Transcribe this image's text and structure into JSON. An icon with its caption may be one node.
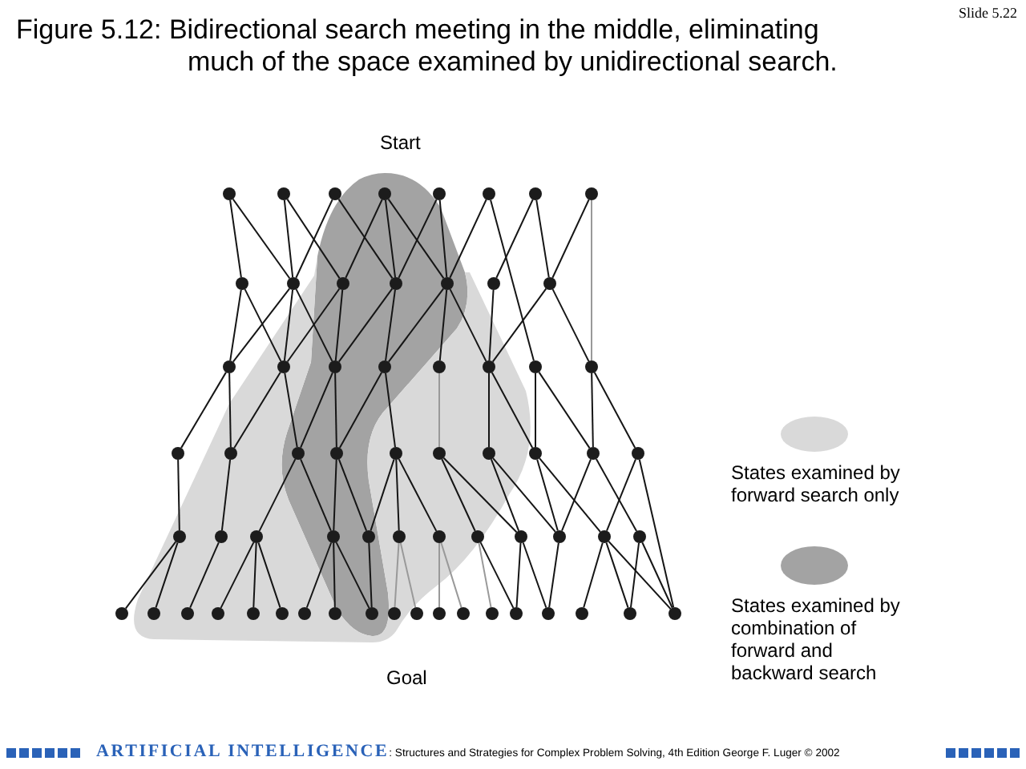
{
  "diagram": {
    "title": "Figure 5.12: Bidirectional search meeting in the middle, eliminating much of the space examined by unidirectional search.",
    "nodes": [
      {
        "text": [],
        "shape": "circle"
      },
      {
        "text": [],
        "shape": "circle"
      },
      {
        "text": [],
        "shape": "circle"
      },
      {
        "text": [],
        "shape": "circle"
      },
      {
        "text": [],
        "shape": "circle"
      },
      {
        "text": [],
        "shape": "circle"
      },
      {
        "text": [],
        "shape": "circle"
      },
      {
        "text": [],
        "shape": "circle"
      },
      {
        "text": [],
        "shape": "circle"
      },
      {
        "text": [],
        "shape": "circle"
      },
      {
        "text": [],
        "shape": "circle"
      },
      {
        "text": [],
        "shape": "circle"
      },
      {
        "text": [],
        "shape": "circle"
      },
      {
        "text": [],
        "shape": "circle"
      },
      {
        "text": [],
        "shape": "circle"
      },
      {
        "text": [],
        "shape": "circle"
      },
      {
        "text": [],
        "shape": "circle"
      },
      {
        "text": [],
        "shape": "circle"
      },
      {
        "text": [],
        "shape": "circle"
      },
      {
        "text": [],
        "shape": "circle"
      },
      {
        "text": [],
        "shape": "circle"
      },
      {
        "text": [],
        "shape": "circle"
      },
      {
        "text": [],
        "shape": "circle"
      },
      {
        "text": [],
        "shape": "circle"
      },
      {
        "text": [],
        "shape": "circle"
      },
      {
        "text": [],
        "shape": "circle"
      },
      {
        "text": [],
        "shape": "circle"
      },
      {
        "text": [],
        "shape": "circle"
      },
      {
        "text": [],
        "shape": "circle"
      },
      {
        "text": [],
        "shape": "circle"
      },
      {
        "text": [],
        "shape": "circle"
      },
      {
        "text": [],
        "shape": "circle"
      },
      {
        "text": [],
        "shape": "circle"
      },
      {
        "text": [],
        "shape": "circle"
      },
      {
        "text": [],
        "shape": "circle"
      },
      {
        "text": [],
        "shape": "circle"
      },
      {
        "text": [],
        "shape": "circle"
      },
      {
        "text": [],
        "shape": "circle"
      },
      {
        "text": [],
        "shape": "circle"
      },
      {
        "text": [],
        "shape": "circle"
      },
      {
        "text": [],
        "shape": "circle"
      },
      {
        "text": [],
        "shape": "circle"
      },
      {
        "text": [],
        "shape": "circle"
      },
      {
        "text": [],
        "shape": "circle"
      },
      {
        "text": [],
        "shape": "circle"
      },
      {
        "text": [],
        "shape": "circle"
      },
      {
        "text": [],
        "shape": "circle"
      },
      {
        "text": [],
        "shape": "circle"
      },
      {
        "text": [],
        "shape": "circle"
      },
      {
        "text": [],
        "shape": "circle"
      },
      {
        "text": [],
        "shape": "circle"
      },
      {
        "text": [],
        "shape": "circle"
      },
      {
        "text": [],
        "shape": "circle"
      },
      {
        "text": [],
        "shape": "circle"
      },
      {
        "text": [],
        "shape": "circle"
      },
      {
        "text": [],
        "shape": "circle"
      },
      {
        "text": [],
        "shape": "circle"
      },
      {
        "text": [],
        "shape": "circle"
      },
      {
        "text": [],
        "shape": "circle"
      },
      {
        "text": [],
        "shape": "circle"
      },
      {
        "text": [],
        "shape": "circle"
      },
      {
        "text": [],
        "shape": "circle"
      },
      {
        "text": [],
        "shape": "circle"
      },
      {
        "text": [],
        "shape": "circle"
      }
    ],
    "edges": [
      {
        "from": 0,
        "to": 8,
        "arrow": "none"
      },
      {
        "from": 0,
        "to": 9,
        "arrow": "none"
      },
      {
        "from": 1,
        "to": 9,
        "arrow": "none"
      },
      {
        "from": 1,
        "to": 10,
        "arrow": "none"
      },
      {
        "from": 2,
        "to": 9,
        "arrow": "none"
      },
      {
        "from": 2,
        "to": 11,
        "arrow": "none"
      },
      {
        "from": 3,
        "to": 10,
        "arrow": "none"
      },
      {
        "from": 3,
        "to": 11,
        "arrow": "none"
      },
      {
        "from": 3,
        "to": 12,
        "arrow": "none"
      },
      {
        "from": 4,
        "to": 11,
        "arrow": "none"
      },
      {
        "from": 4,
        "to": 12,
        "arrow": "none"
      },
      {
        "from": 5,
        "to": 12,
        "arrow": "none"
      },
      {
        "from": 5,
        "to": 21,
        "arrow": "none"
      },
      {
        "from": 6,
        "to": 13,
        "arrow": "none"
      },
      {
        "from": 6,
        "to": 14,
        "arrow": "none"
      },
      {
        "from": 7,
        "to": 14,
        "arrow": "none"
      },
      {
        "from": 7,
        "to": 22,
        "arrow": "none",
        "color": "#999999"
      },
      {
        "from": 8,
        "to": 15,
        "arrow": "none"
      },
      {
        "from": 8,
        "to": 16,
        "arrow": "none"
      },
      {
        "from": 9,
        "to": 16,
        "arrow": "none"
      },
      {
        "from": 9,
        "to": 17,
        "arrow": "none"
      },
      {
        "from": 9,
        "to": 15,
        "arrow": "none"
      },
      {
        "from": 10,
        "to": 16,
        "arrow": "none"
      },
      {
        "from": 10,
        "to": 17,
        "arrow": "none"
      },
      {
        "from": 11,
        "to": 17,
        "arrow": "none"
      },
      {
        "from": 11,
        "to": 18,
        "arrow": "none"
      },
      {
        "from": 12,
        "to": 18,
        "arrow": "none"
      },
      {
        "from": 12,
        "to": 19,
        "arrow": "none"
      },
      {
        "from": 12,
        "to": 20,
        "arrow": "none"
      },
      {
        "from": 13,
        "to": 20,
        "arrow": "none"
      },
      {
        "from": 14,
        "to": 20,
        "arrow": "none"
      },
      {
        "from": 14,
        "to": 22,
        "arrow": "none"
      },
      {
        "from": 15,
        "to": 23,
        "arrow": "none"
      },
      {
        "from": 15,
        "to": 24,
        "arrow": "none"
      },
      {
        "from": 16,
        "to": 25,
        "arrow": "none"
      },
      {
        "from": 16,
        "to": 24,
        "arrow": "none"
      },
      {
        "from": 17,
        "to": 26,
        "arrow": "none"
      },
      {
        "from": 17,
        "to": 25,
        "arrow": "none"
      },
      {
        "from": 18,
        "to": 27,
        "arrow": "none"
      },
      {
        "from": 18,
        "to": 26,
        "arrow": "none"
      },
      {
        "from": 19,
        "to": 28,
        "arrow": "none",
        "color": "#999999"
      },
      {
        "from": 20,
        "to": 29,
        "arrow": "none"
      },
      {
        "from": 20,
        "to": 30,
        "arrow": "none"
      },
      {
        "from": 21,
        "to": 30,
        "arrow": "none"
      },
      {
        "from": 21,
        "to": 31,
        "arrow": "none"
      },
      {
        "from": 22,
        "to": 31,
        "arrow": "none"
      },
      {
        "from": 22,
        "to": 32,
        "arrow": "none"
      },
      {
        "from": 23,
        "to": 33,
        "arrow": "none"
      },
      {
        "from": 24,
        "to": 34,
        "arrow": "none"
      },
      {
        "from": 25,
        "to": 35,
        "arrow": "none"
      },
      {
        "from": 25,
        "to": 36,
        "arrow": "none"
      },
      {
        "from": 26,
        "to": 36,
        "arrow": "none"
      },
      {
        "from": 26,
        "to": 37,
        "arrow": "none"
      },
      {
        "from": 27,
        "to": 37,
        "arrow": "none"
      },
      {
        "from": 27,
        "to": 38,
        "arrow": "none"
      },
      {
        "from": 27,
        "to": 39,
        "arrow": "none"
      },
      {
        "from": 28,
        "to": 40,
        "arrow": "none"
      },
      {
        "from": 28,
        "to": 41,
        "arrow": "none"
      },
      {
        "from": 29,
        "to": 41,
        "arrow": "none"
      },
      {
        "from": 29,
        "to": 42,
        "arrow": "none"
      },
      {
        "from": 30,
        "to": 42,
        "arrow": "none"
      },
      {
        "from": 30,
        "to": 43,
        "arrow": "none"
      },
      {
        "from": 31,
        "to": 42,
        "arrow": "none"
      },
      {
        "from": 31,
        "to": 44,
        "arrow": "none"
      },
      {
        "from": 32,
        "to": 43,
        "arrow": "none"
      },
      {
        "from": 32,
        "to": 63,
        "arrow": "none"
      },
      {
        "from": 33,
        "to": 45,
        "arrow": "none"
      },
      {
        "from": 33,
        "to": 46,
        "arrow": "none"
      },
      {
        "from": 34,
        "to": 47,
        "arrow": "none"
      },
      {
        "from": 35,
        "to": 48,
        "arrow": "none"
      },
      {
        "from": 35,
        "to": 49,
        "arrow": "none"
      },
      {
        "from": 35,
        "to": 50,
        "arrow": "none"
      },
      {
        "from": 36,
        "to": 51,
        "arrow": "none"
      },
      {
        "from": 36,
        "to": 52,
        "arrow": "none"
      },
      {
        "from": 36,
        "to": 53,
        "arrow": "none"
      },
      {
        "from": 37,
        "to": 53,
        "arrow": "none"
      },
      {
        "from": 38,
        "to": 54,
        "arrow": "none",
        "color": "#999999"
      },
      {
        "from": 38,
        "to": 55,
        "arrow": "none",
        "color": "#999999"
      },
      {
        "from": 39,
        "to": 56,
        "arrow": "none",
        "color": "#999999"
      },
      {
        "from": 39,
        "to": 57,
        "arrow": "none",
        "color": "#999999"
      },
      {
        "from": 40,
        "to": 58,
        "arrow": "none",
        "color": "#999999"
      },
      {
        "from": 40,
        "to": 59,
        "arrow": "none"
      },
      {
        "from": 41,
        "to": 59,
        "arrow": "none"
      },
      {
        "from": 41,
        "to": 60,
        "arrow": "none"
      },
      {
        "from": 42,
        "to": 60,
        "arrow": "none"
      },
      {
        "from": 43,
        "to": 61,
        "arrow": "none"
      },
      {
        "from": 43,
        "to": 62,
        "arrow": "none"
      },
      {
        "from": 43,
        "to": 63,
        "arrow": "none"
      },
      {
        "from": 44,
        "to": 62,
        "arrow": "none"
      },
      {
        "from": 44,
        "to": 63,
        "arrow": "none"
      }
    ],
    "labels": [
      "Slide 5.22",
      "Start",
      "Goal",
      "**ARTIFICIAL INTELLIGENCE**: Structures and Strategies for Complex Problem Solving, 4th Edition George F. Luger © 2002"
    ],
    "legend": [
      {
        "text": "States examined by forward search only",
        "color": "#d9d9d9"
      },
      {
        "text": "States examined by combination of forward and backward search",
        "color": "#a3a3a3"
      }
    ]
  }
}
